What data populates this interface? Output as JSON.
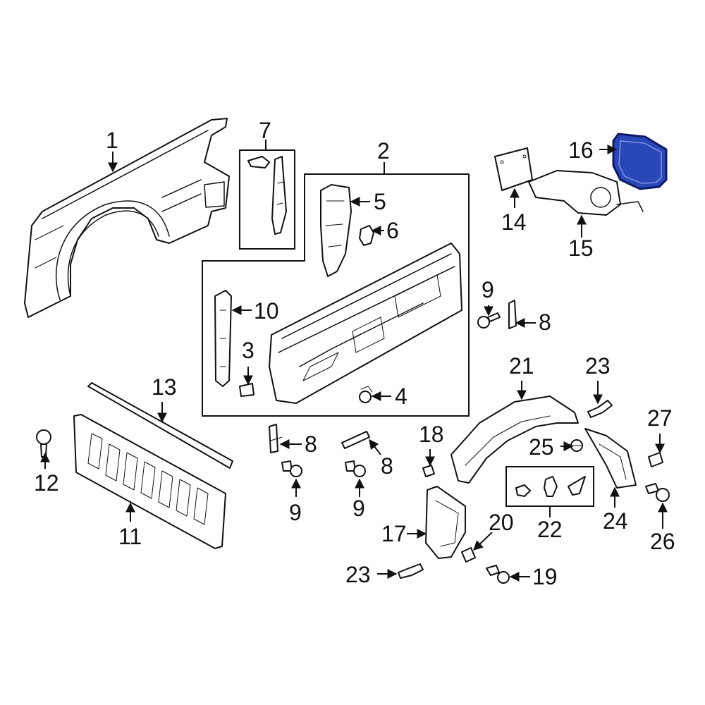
{
  "callouts": [
    "1",
    "2",
    "3",
    "4",
    "5",
    "6",
    "7",
    "8",
    "9",
    "10",
    "11",
    "12",
    "13",
    "14",
    "15",
    "16",
    "17",
    "18",
    "19",
    "20",
    "21",
    "22",
    "23",
    "24",
    "25",
    "26",
    "27"
  ],
  "highlight_color": "#2a47b8",
  "highlighted_part": "16"
}
